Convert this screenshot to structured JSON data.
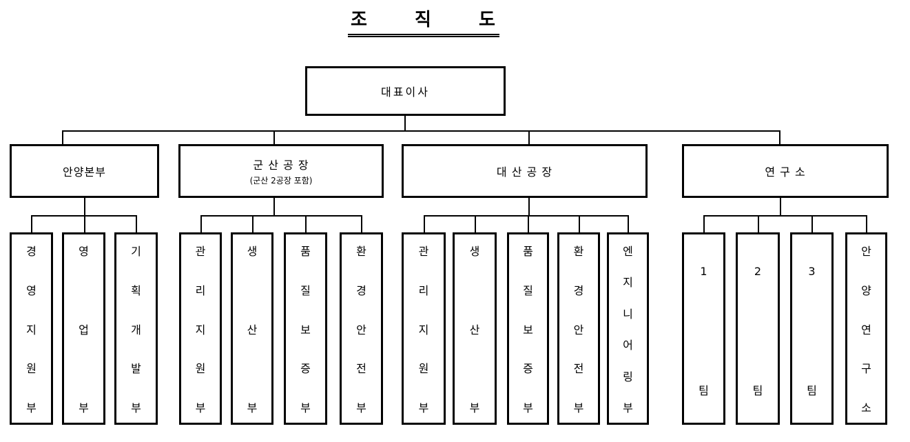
{
  "title": "조 직 도",
  "chart": {
    "root": {
      "label": "대표이사"
    },
    "divisions": [
      {
        "label": "안양본부",
        "departments": [
          "경영지원부",
          "영업부",
          "기획개발부"
        ]
      },
      {
        "label": "군 산 공 장",
        "sub": "(군산 2공장 포함)",
        "departments": [
          "관리지원부",
          "생산부",
          "품질보증부",
          "환경안전부"
        ]
      },
      {
        "label": "대 산 공 장",
        "departments": [
          "관리지원부",
          "생산부",
          "품질보증부",
          "환경안전부",
          "엔지니어링부"
        ]
      },
      {
        "label": "연 구 소",
        "departments": [
          "1팀",
          "2팀",
          "3팀",
          "안양연구소"
        ]
      }
    ]
  }
}
